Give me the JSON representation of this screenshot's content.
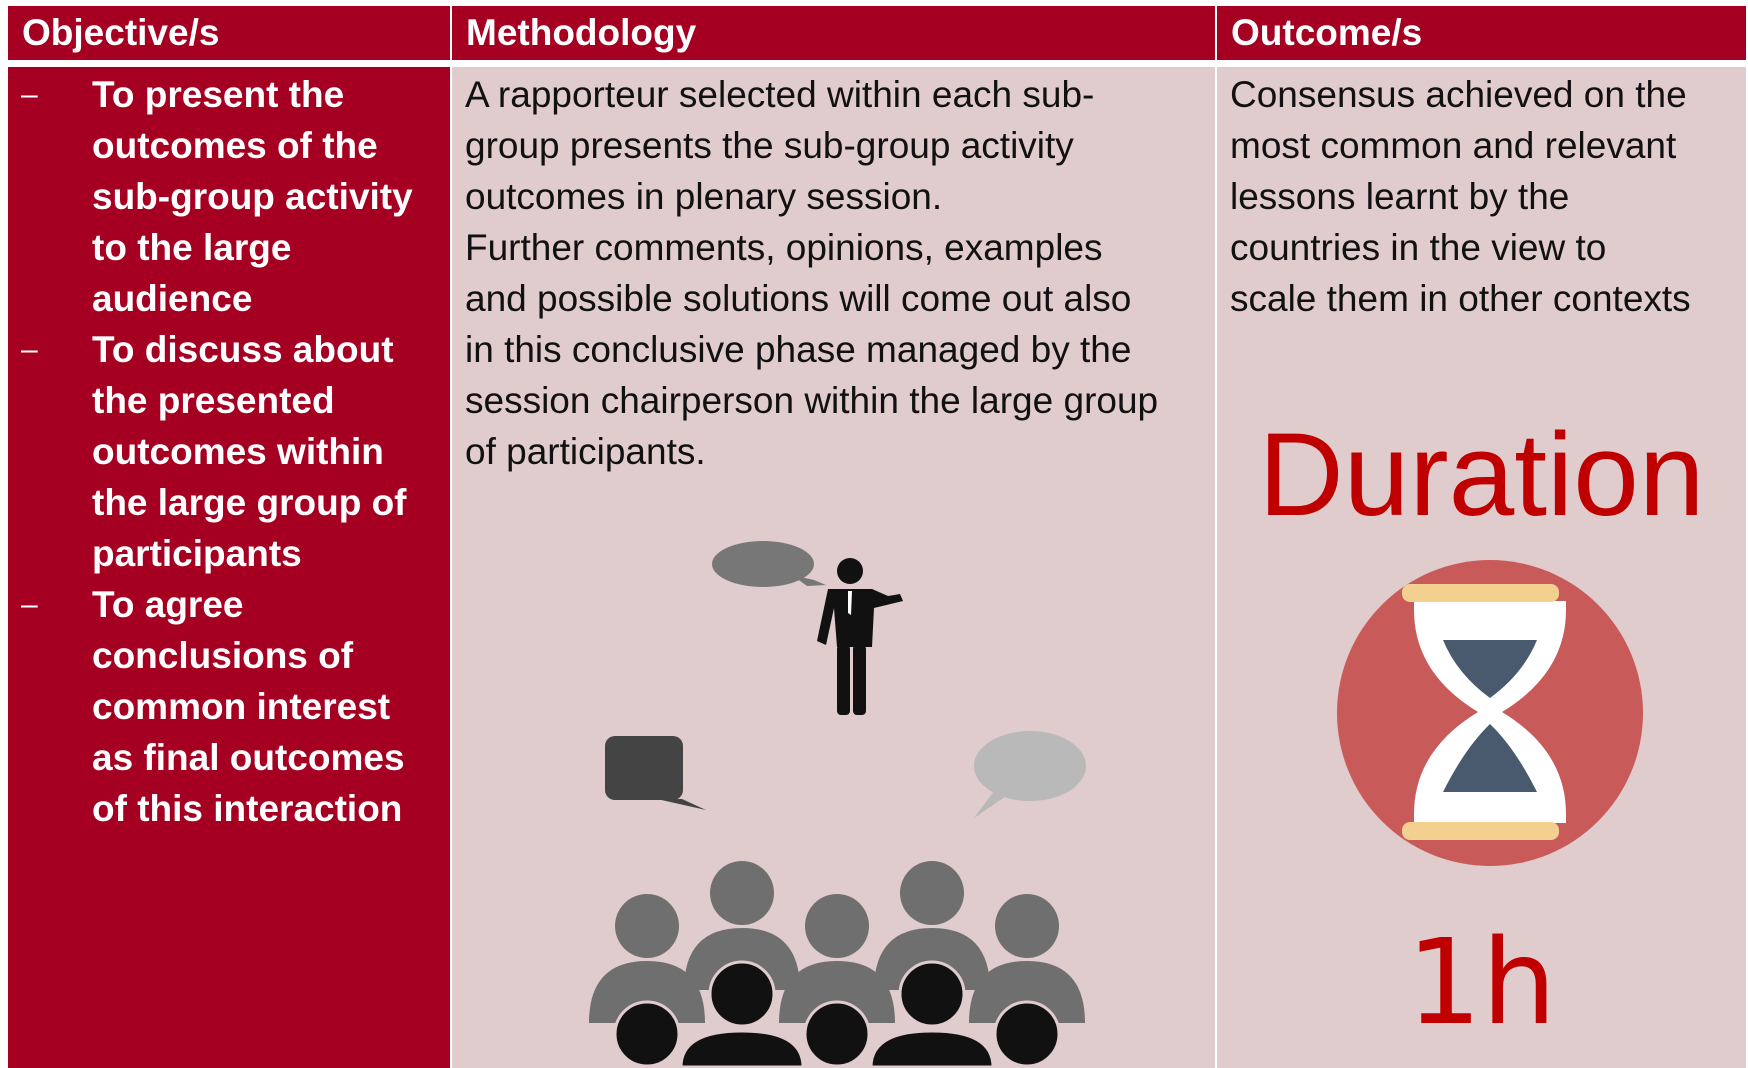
{
  "headers": {
    "objectives": "Objective/s",
    "methodology": "Methodology",
    "outcomes": "Outcome/s"
  },
  "objectives": {
    "bullet": "–",
    "items": [
      [
        "To present the",
        "outcomes of the",
        "sub-group activity",
        "to the large",
        "audience"
      ],
      [
        "To discuss about",
        "the presented",
        "outcomes within",
        "the large group of",
        "participants"
      ],
      [
        "To agree",
        "conclusions of",
        "common interest",
        "as final outcomes",
        "of this interaction"
      ]
    ]
  },
  "methodology": {
    "paragraph1": [
      "A rapporteur selected within each sub-",
      "group presents the sub-group activity",
      "outcomes in plenary session."
    ],
    "paragraph2": [
      "Further comments, opinions, examples",
      "and possible solutions will come out also",
      "in this conclusive phase managed by the",
      "session chairperson within the large group",
      "of participants."
    ],
    "illustration": "presenter-audience-icon"
  },
  "outcomes": {
    "lines": [
      "Consensus achieved on the",
      "most common and relevant",
      "lessons learnt by the",
      "countries in the view to",
      "scale them in other contexts"
    ],
    "duration_label": "Duration",
    "duration_value": "1h",
    "icon": "hourglass-icon"
  },
  "colors": {
    "header_bg": "#a50021",
    "objectives_bg": "#a50021",
    "cell_bg": "#e0cbcd",
    "accent_red": "#c00000",
    "hourglass_circle": "#c95a5a"
  }
}
